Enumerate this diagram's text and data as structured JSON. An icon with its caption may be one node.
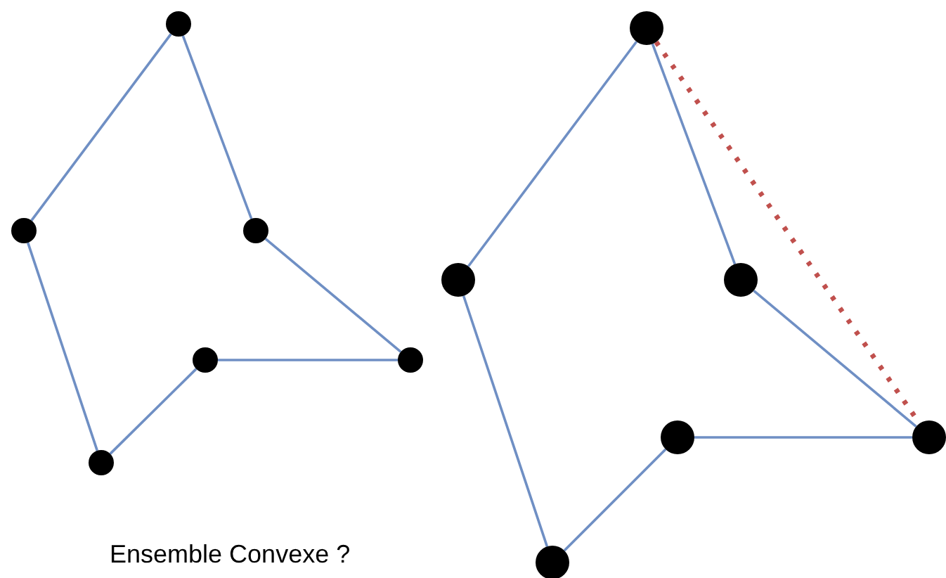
{
  "diagram": {
    "nodes": [
      {
        "text": [],
        "shape": "circle"
      },
      {
        "text": [],
        "shape": "circle"
      },
      {
        "text": [],
        "shape": "circle"
      },
      {
        "text": [],
        "shape": "circle"
      },
      {
        "text": [],
        "shape": "circle"
      },
      {
        "text": [],
        "shape": "circle"
      },
      {
        "text": [],
        "shape": "circle"
      },
      {
        "text": [],
        "shape": "circle"
      },
      {
        "text": [],
        "shape": "circle"
      },
      {
        "text": [],
        "shape": "circle"
      },
      {
        "text": [],
        "shape": "circle"
      },
      {
        "text": [],
        "shape": "circle"
      }
    ],
    "edges": [
      {
        "from": 0,
        "to": 1,
        "arrow": "none"
      },
      {
        "from": 1,
        "to": 2,
        "arrow": "none"
      },
      {
        "from": 2,
        "to": 3,
        "arrow": "none"
      },
      {
        "from": 3,
        "to": 4,
        "arrow": "none"
      },
      {
        "from": 4,
        "to": 5,
        "arrow": "none"
      },
      {
        "from": 5,
        "to": 0,
        "arrow": "none"
      },
      {
        "from": 6,
        "to": 7,
        "arrow": "none"
      },
      {
        "from": 7,
        "to": 8,
        "arrow": "none"
      },
      {
        "from": 8,
        "to": 9,
        "arrow": "none"
      },
      {
        "from": 9,
        "to": 10,
        "arrow": "none"
      },
      {
        "from": 10,
        "to": 11,
        "arrow": "none"
      },
      {
        "from": 11,
        "to": 6,
        "arrow": "none"
      },
      {
        "from": 6,
        "to": 8,
        "arrow": "none",
        "style": "dashed",
        "color": "#c0504d"
      }
    ],
    "labels": [
      "Ensemble Convexe ?"
    ]
  }
}
